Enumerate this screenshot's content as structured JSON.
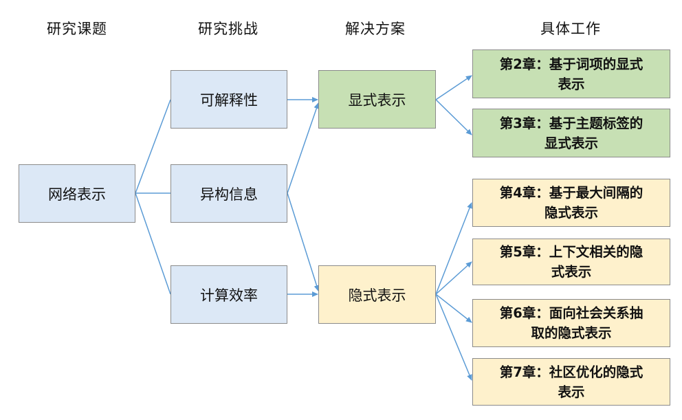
{
  "headers": {
    "topic": "研究课题",
    "challenge": "研究挑战",
    "solution": "解决方案",
    "work": "具体工作"
  },
  "topic": {
    "label": "网络表示"
  },
  "challenges": [
    {
      "label": "可解释性"
    },
    {
      "label": "异构信息"
    },
    {
      "label": "计算效率"
    }
  ],
  "solutions": [
    {
      "label": "显式表示"
    },
    {
      "label": "隐式表示"
    }
  ],
  "works": [
    {
      "line1": "第2章：基于词项的显式",
      "line2": "表示"
    },
    {
      "line1": "第3章：基于主题标签的",
      "line2": "显式表示"
    },
    {
      "line1": "第4章：基于最大间隔的",
      "line2": "隐式表示"
    },
    {
      "line1": "第5章：上下文相关的隐",
      "line2": "式表示"
    },
    {
      "line1": "第6章：面向社会关系抽",
      "line2": "取的隐式表示"
    },
    {
      "line1": "第7章：社区优化的隐式",
      "line2": "表示"
    }
  ],
  "colors": {
    "blue_fill": "#dce8f6",
    "green_fill": "#c7e0b4",
    "yellow_fill": "#fef1cc",
    "arrow": "#5b9bd5"
  }
}
